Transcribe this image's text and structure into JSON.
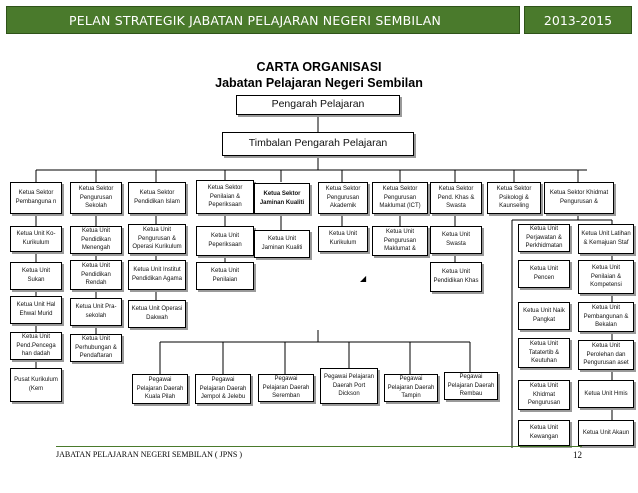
{
  "header": {
    "title": "PELAN STRATEGIK JABATAN PELAJARAN NEGERI SEMBILAN",
    "year": "2013-2015"
  },
  "chart": {
    "title": "CARTA ORGANISASI",
    "subtitle": "Jabatan Pelajaran Negeri Sembilan",
    "director": "Pengarah Pelajaran",
    "deputy": "Timbalan  Pengarah Pelajaran",
    "sectors": [
      "Ketua Sektor Pembanguna n",
      "Ketua Sektor Pengurusan Sekolah",
      "Ketua Sektor Pendidikan Islam",
      "Ketua Sektor Penilaian & Peperiksaan",
      "Ketua Sektor Jaminan Kualiti",
      "Ketua Sektor Pengurusan Akademik",
      "Ketua Sektor Pengurusan Maklumat (ICT)",
      "Ketua Sektor Pend. Khas & Swasta",
      "Ketua Sektor Psikologi & Kaunseling",
      "Ketua Sektor Khidmat Pengurusan &"
    ],
    "units": [
      "Ketua Unit Ko-Kurikulum",
      "Ketua Unit Sukan",
      "Ketua Unit Hal Ehwal Murid",
      "Ketua Unit Pend.Pencega han dadah",
      "Pusat Kurikulum (Kem",
      "Ketua Unit Pendidikan Menengah",
      "Ketua Unit Pendidikan Rendah",
      "Ketua Unit Pra-sekolah",
      "Ketua Unit Perhubungan & Pendaftaran",
      "Ketua Unit Pengurusan & Operasi Kurikulum",
      "Ketua Unit Institut Pendidikan Agama",
      "Ketua Unit Operasi Dakwah",
      "Ketua Unit Peperiksaan",
      "Ketua Unit Penilaian",
      "Ketua Unit Jaminan Kualiti",
      "Ketua Unit Kurikulum",
      "Ketua Unit Pengurusan Maklumat &",
      "Ketua Unit Swasta",
      "Ketua Unit Pendidikan Khas",
      "Ketua Unit Perjawatan & Perkhidmatan",
      "Ketua Unit Pencen",
      "Ketua Unit Naik Pangkat",
      "Ketua Unit Tatatertib & Keutuhan",
      "Ketua Unit Khidmat Pengurusan",
      "Ketua Unit Kewangan",
      "Ketua Unit Latihan & Kemajuan Staf",
      "Ketua Unit Penilaian & Kompetensi",
      "Ketua Unit Pembangunan & Bekalan",
      "Ketua Unit Perolehan dan Pengurusan aset",
      "Ketua Unit Hmis",
      "Ketua Unit Akaun"
    ],
    "district_officers": [
      "Pegawai Pelajaran Daerah Kuala Pilah",
      "Pegawai Pelajaran Daerah Jempol & Jelebu",
      "Pegawai Pelajaran Daerah Seremban",
      "Pegawai Pelajaran Daerah Port Dickson",
      "Pegawai Pelajaran Daerah Tampin",
      "Pegawai Pelajaran Daerah Rembau"
    ]
  },
  "footer": {
    "left": "JABATAN PELAJARAN NEGERI SEMBILAN ( JPNS )",
    "page": "12"
  }
}
